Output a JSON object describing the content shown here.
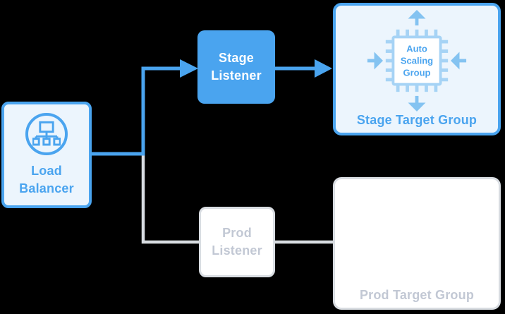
{
  "diagram": {
    "nodes": {
      "load_balancer": {
        "label": "Load Balancer",
        "icon": "load-balancer-network-icon",
        "state": "active"
      },
      "stage_listener": {
        "label": "Stage Listener",
        "state": "active"
      },
      "prod_listener": {
        "label": "Prod Listener",
        "state": "inactive"
      },
      "stage_target_group": {
        "label": "Stage Target Group",
        "icon": "auto-scaling-chip-icon",
        "icon_label": "Auto Scaling Group",
        "state": "active"
      },
      "prod_target_group": {
        "label": "Prod Target Group",
        "state": "inactive"
      }
    },
    "edges": [
      {
        "from": "Load Balancer",
        "to": "Stage Listener",
        "style": "blue-arrow",
        "state": "active"
      },
      {
        "from": "Stage Listener",
        "to": "Stage Target Group",
        "style": "blue-arrow",
        "state": "active"
      },
      {
        "from": "Load Balancer",
        "to": "Prod Listener",
        "style": "gray-line",
        "state": "inactive"
      },
      {
        "from": "Prod Listener",
        "to": "Prod Target Group",
        "style": "gray-line",
        "state": "inactive"
      }
    ],
    "colors": {
      "accent_blue": "#4aa4ef",
      "light_blue_fill": "#ecf5fd",
      "chip_light_blue": "#a6d3f5",
      "arrow_light_blue": "#84c3f1",
      "inactive_border": "#d9dde2",
      "inactive_text": "#c2c8d4",
      "background": "#000000",
      "white": "#ffffff"
    }
  }
}
